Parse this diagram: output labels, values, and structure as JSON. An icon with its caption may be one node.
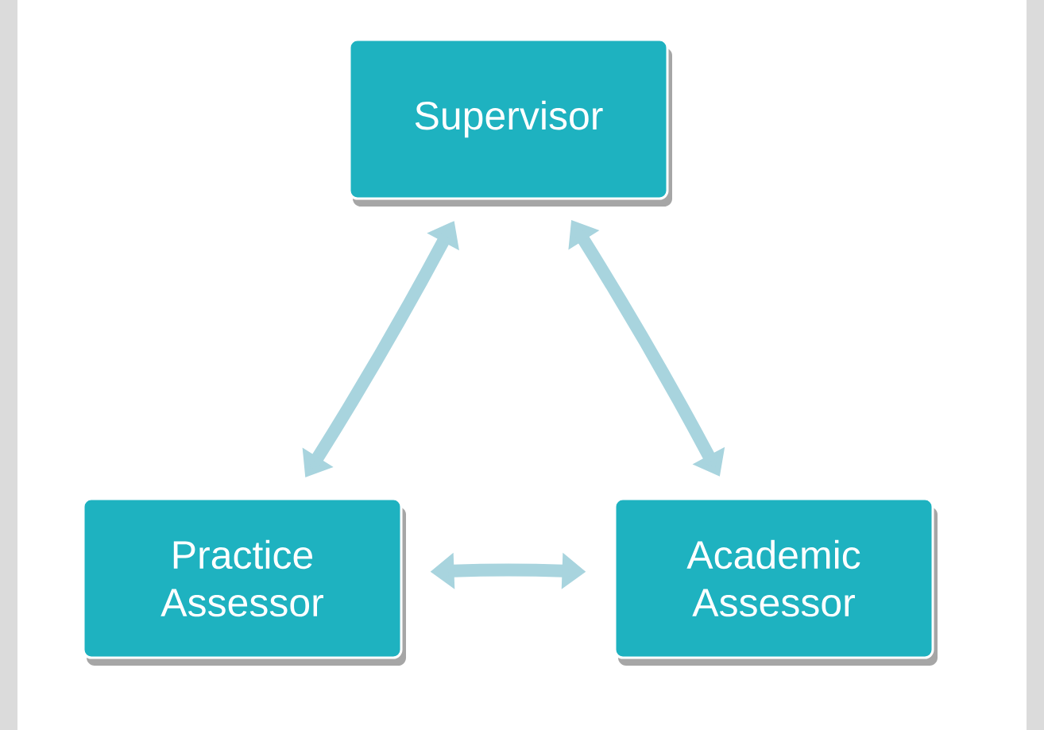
{
  "diagram": {
    "nodes": [
      {
        "text": [
          "Supervisor"
        ]
      },
      {
        "text": [
          "Practice Assessor"
        ]
      },
      {
        "text": [
          "Academic Assessor"
        ]
      }
    ],
    "edges": [
      {
        "from": 0,
        "to": 1,
        "arrow": "both"
      },
      {
        "from": 0,
        "to": 2,
        "arrow": "both"
      },
      {
        "from": 1,
        "to": 2,
        "arrow": "both"
      }
    ]
  }
}
